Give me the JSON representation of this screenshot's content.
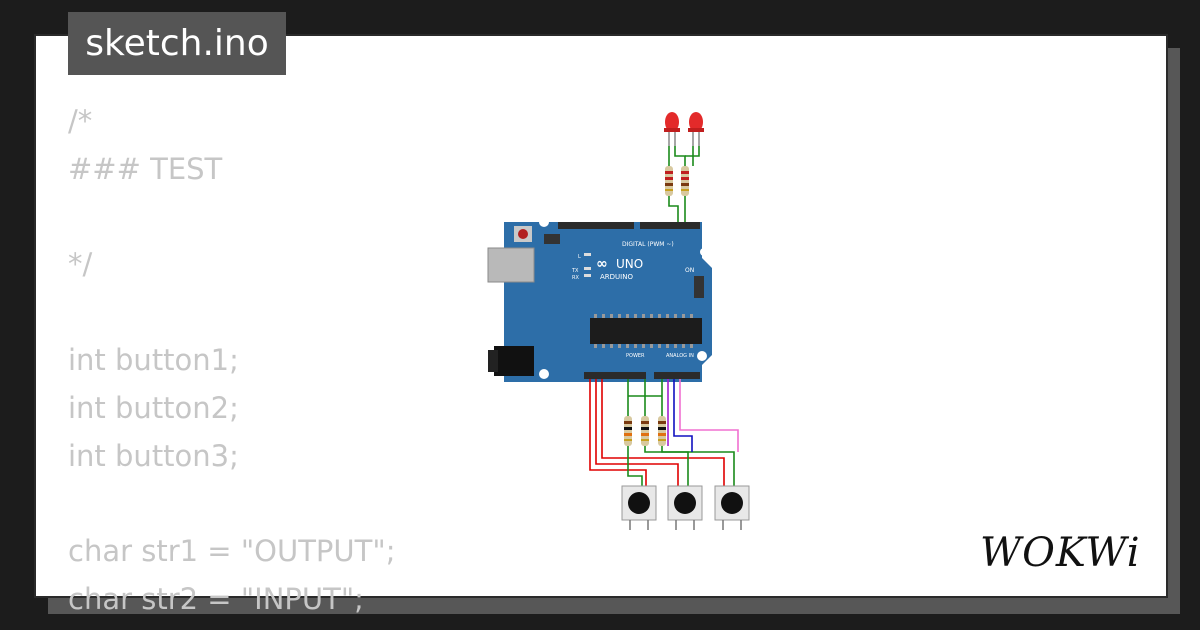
{
  "editor": {
    "filename": "sketch.ino",
    "code_lines": [
      "/*",
      "### TEST",
      "",
      "*/",
      "",
      "int button1;",
      "int button2;",
      "int button3;",
      "",
      "char str1 = \"OUTPUT\";",
      "char str2 = \"INPUT\";"
    ]
  },
  "board": {
    "name": "UNO",
    "brand": "ARDUINO",
    "digital_label": "DIGITAL (PWM ~)",
    "power_label": "POWER",
    "analog_label": "ANALOG IN",
    "on_label": "ON",
    "l_label": "L",
    "tx_label": "TX",
    "rx_label": "RX",
    "board_color": "#2d6ea8"
  },
  "brand": {
    "logo_text": "WOKWi"
  },
  "colors": {
    "background": "#1c1c1c",
    "card": "#ffffff",
    "tab": "#555555",
    "code_text": "#c6c6c6",
    "wire_red": "#e00000",
    "wire_green": "#1a8a1a",
    "wire_blue": "#1010c0",
    "wire_purple": "#a020d0",
    "wire_pink": "#f070d0",
    "led_red": "#e32a2a"
  }
}
